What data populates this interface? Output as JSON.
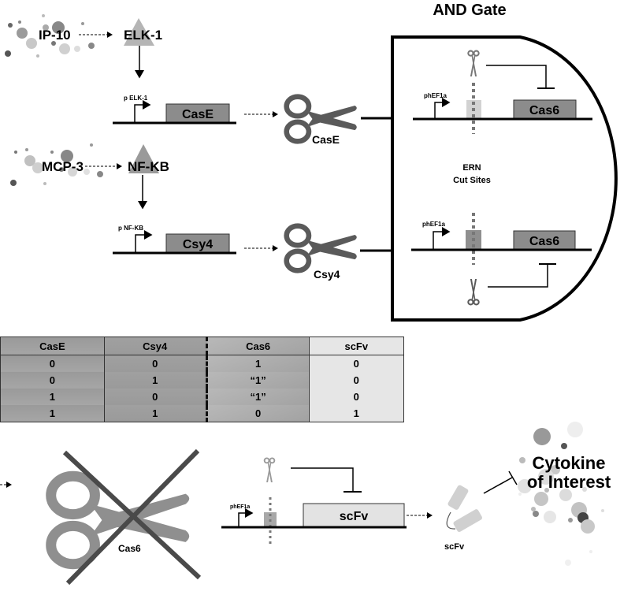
{
  "title": "AND Gate",
  "inputs": [
    {
      "cytokine": "IP-10",
      "transcription_factor": "ELK-1",
      "promoter": "p ELK-1",
      "gene": "CasE",
      "enzyme": "CasE"
    },
    {
      "cytokine": "MCP-3",
      "transcription_factor": "NF-KB",
      "promoter": "p NF-KB",
      "gene": "Csy4",
      "enzyme": "Csy4"
    }
  ],
  "gate": {
    "title": "AND Gate",
    "center_label_line1": "ERN",
    "center_label_line2": "Cut Sites",
    "constructs": [
      {
        "promoter": "phEF1a",
        "gene": "Cas6"
      },
      {
        "promoter": "phEF1a",
        "gene": "Cas6"
      }
    ]
  },
  "truth_table": {
    "headers": [
      "CasE",
      "Csy4",
      "Cas6",
      "scFv"
    ],
    "rows": [
      [
        "0",
        "0",
        "1",
        "0"
      ],
      [
        "0",
        "1",
        "“1”",
        "0"
      ],
      [
        "1",
        "0",
        "“1”",
        "0"
      ],
      [
        "1",
        "1",
        "0",
        "1"
      ]
    ]
  },
  "output": {
    "inhibited_enzyme": "Cas6",
    "promoter": "phEF1a",
    "gene": "scFv",
    "product_label": "scFv",
    "target_line1": "Cytokine",
    "target_line2": "of Interest"
  },
  "colors": {
    "gene_box": "#8c8c8c",
    "scissors": "#5a5a5a",
    "scissors_light": "#8f8f8f",
    "cross": "#4a4a4a",
    "scfv_box": "#e3e3e3",
    "line": "#000000"
  }
}
